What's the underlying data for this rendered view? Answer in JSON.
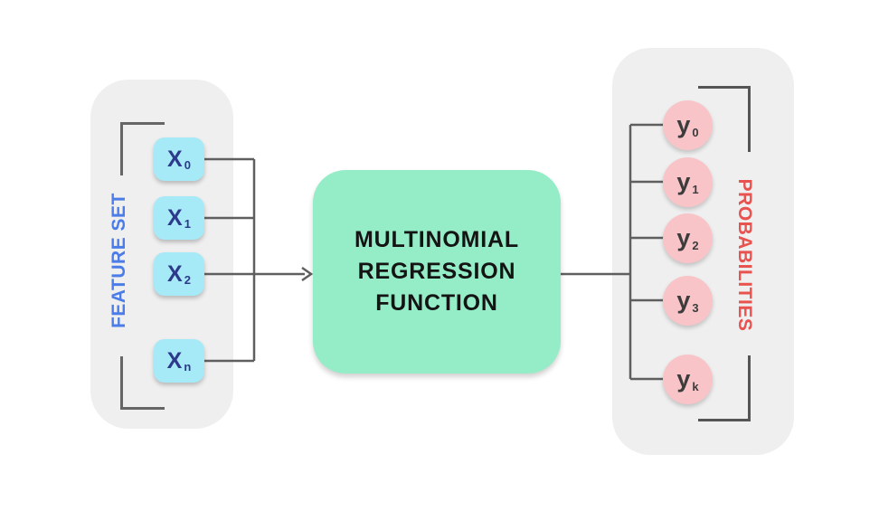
{
  "diagram": {
    "type": "flow-diagram",
    "background_color": "#ffffff",
    "connector_color": "#5f5f5f"
  },
  "input_group": {
    "label": "FEATURE SET",
    "label_color": "#4b7ce8",
    "panel_color": "#efefef",
    "node_fill": "#a6e9f7",
    "node_text_color": "#2d3a8c",
    "nodes": [
      {
        "base": "X",
        "sub": "0"
      },
      {
        "base": "X",
        "sub": "1"
      },
      {
        "base": "X",
        "sub": "2"
      },
      {
        "base": "X",
        "sub": "n"
      }
    ]
  },
  "processor": {
    "lines": [
      "MULTINOMIAL",
      "REGRESSION",
      "FUNCTION"
    ],
    "fill": "#95edc7",
    "text_color": "#141414"
  },
  "output_group": {
    "label": "PROBABILITIES",
    "label_color": "#e8524f",
    "panel_color": "#efefef",
    "node_fill": "#f8c4c8",
    "node_text_color": "#3c3c3c",
    "nodes": [
      {
        "base": "y",
        "sub": "0"
      },
      {
        "base": "y",
        "sub": "1"
      },
      {
        "base": "y",
        "sub": "2"
      },
      {
        "base": "y",
        "sub": "3"
      },
      {
        "base": "y",
        "sub": "k"
      }
    ]
  }
}
